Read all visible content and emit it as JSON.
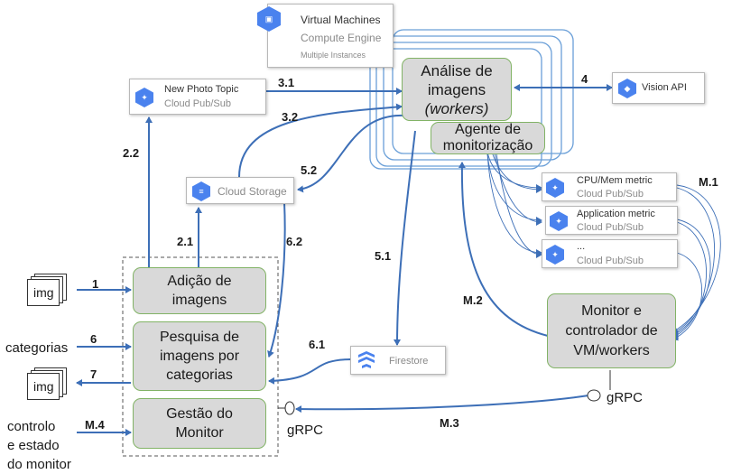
{
  "virtual_machines": {
    "title": "Virtual Machines",
    "subtitle": "Compute Engine",
    "note": "Multiple Instances"
  },
  "analise": {
    "line1": "Análise de",
    "line2": "imagens",
    "line3": "(workers)"
  },
  "agente": {
    "text": "Agente de\nmonitorização"
  },
  "vision": {
    "title": "Vision API"
  },
  "new_photo": {
    "title": "New Photo Topic",
    "subtitle": "Cloud Pub/Sub"
  },
  "cloud_storage": {
    "title": "Cloud Storage"
  },
  "firestore": {
    "title": "Firestore"
  },
  "metrics": [
    {
      "title": "CPU/Mem metric",
      "subtitle": "Cloud Pub/Sub"
    },
    {
      "title": "Application metric",
      "subtitle": "Cloud Pub/Sub"
    },
    {
      "title": "...",
      "subtitle": "Cloud Pub/Sub"
    }
  ],
  "monitor": {
    "text": "Monitor e\ncontrolador de\nVM/workers"
  },
  "adicao": {
    "text": "Adição de\nimagens"
  },
  "pesquisa": {
    "text": "Pesquisa de\nimagens por\ncategorias"
  },
  "gestao": {
    "text": "Gestão do\nMonitor"
  },
  "img_in": "img",
  "img_out": "img",
  "categorias": "categorias",
  "controlo": {
    "line1": "controlo",
    "line2": "e estado",
    "line3": "do monitor"
  },
  "grpc_left": "gRPC",
  "grpc_right": "gRPC",
  "labels": {
    "l1": "1",
    "l2_1": "2.1",
    "l2_2": "2.2",
    "l3_1": "3.1",
    "l3_2": "3.2",
    "l4": "4",
    "l5_1": "5.1",
    "l5_2": "5.2",
    "l6": "6",
    "l6_1": "6.1",
    "l6_2": "6.2",
    "l7": "7",
    "m1": "M.1",
    "m2": "M.2",
    "m3": "M.3",
    "m4": "M.4"
  },
  "colors": {
    "arrow": "#3d6fb7",
    "box_fill": "#d9d9d9",
    "box_border": "#82b366",
    "gcp_blue": "#4a82ee"
  }
}
